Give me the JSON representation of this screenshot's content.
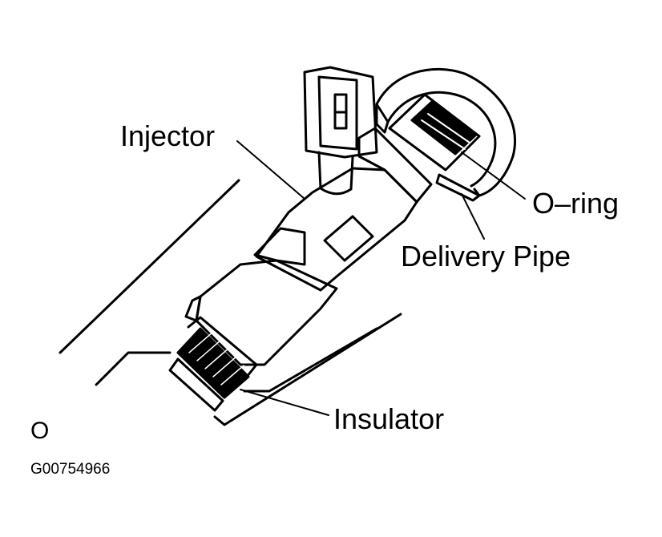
{
  "labels": {
    "injector": "Injector",
    "o_ring": "O–ring",
    "delivery_pipe": "Delivery Pipe",
    "insulator": "Insulator",
    "corner_mark": "O",
    "figure_code": "G00754966"
  },
  "colors": {
    "ink": "#000000",
    "paper": "#ffffff"
  }
}
